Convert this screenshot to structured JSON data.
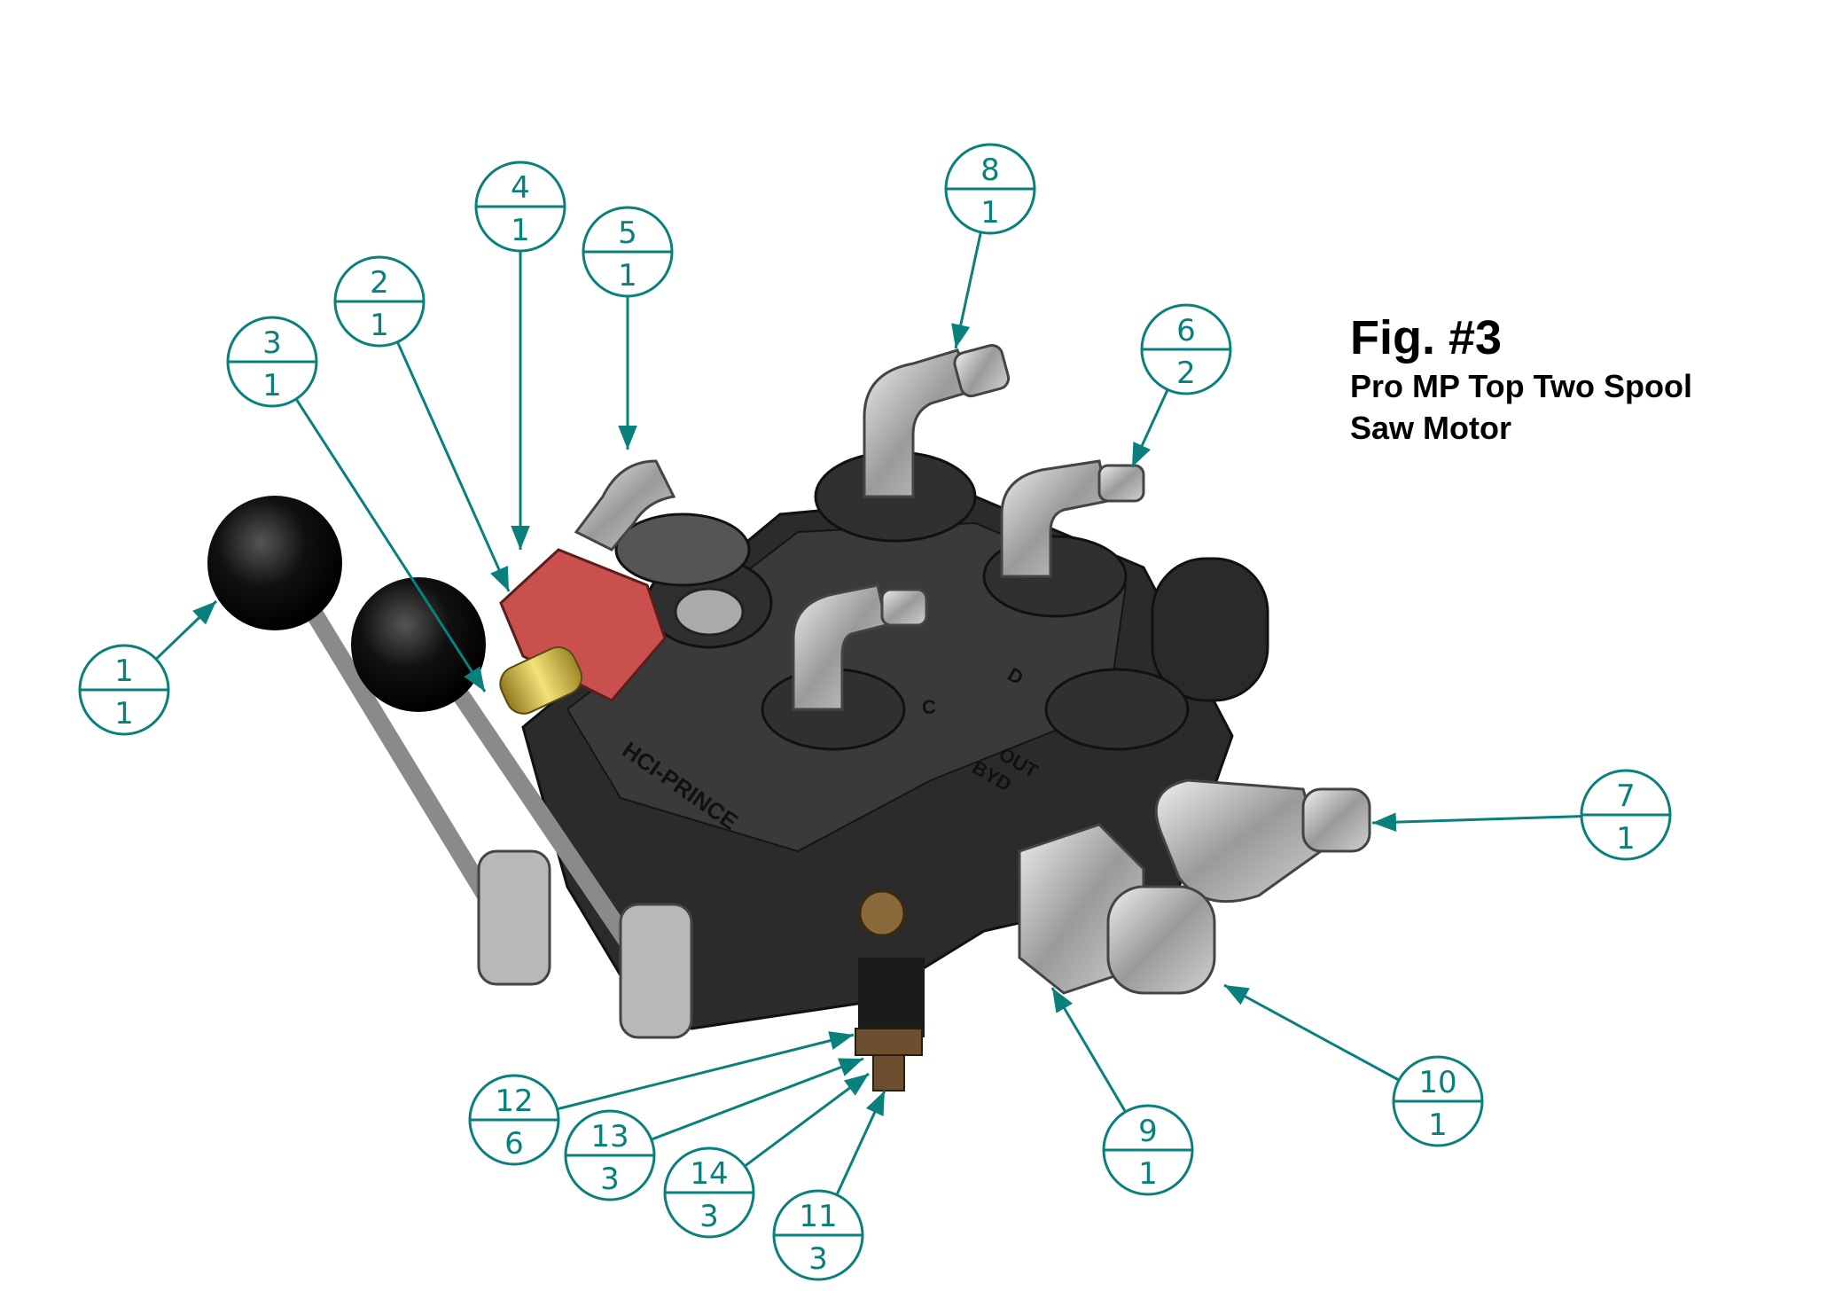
{
  "title": {
    "figure": "Fig. #3",
    "line1": "Pro MP Top Two Spool",
    "line2": "Saw Motor"
  },
  "colors": {
    "balloon": "#0a807c",
    "body": "#2b2b2b",
    "fitting": "#a9a9a9",
    "red_block": "#c9504d",
    "brass": "#d8c24a"
  },
  "body_labels": [
    "HCI-PRINCE",
    "OUT",
    "BYD",
    "C",
    "D"
  ],
  "balloons": [
    {
      "item": "1",
      "qty": "1"
    },
    {
      "item": "2",
      "qty": "1"
    },
    {
      "item": "3",
      "qty": "1"
    },
    {
      "item": "4",
      "qty": "1"
    },
    {
      "item": "5",
      "qty": "1"
    },
    {
      "item": "6",
      "qty": "2"
    },
    {
      "item": "7",
      "qty": "1"
    },
    {
      "item": "8",
      "qty": "1"
    },
    {
      "item": "9",
      "qty": "1"
    },
    {
      "item": "10",
      "qty": "1"
    },
    {
      "item": "11",
      "qty": "3"
    },
    {
      "item": "12",
      "qty": "6"
    },
    {
      "item": "13",
      "qty": "3"
    },
    {
      "item": "14",
      "qty": "3"
    }
  ]
}
